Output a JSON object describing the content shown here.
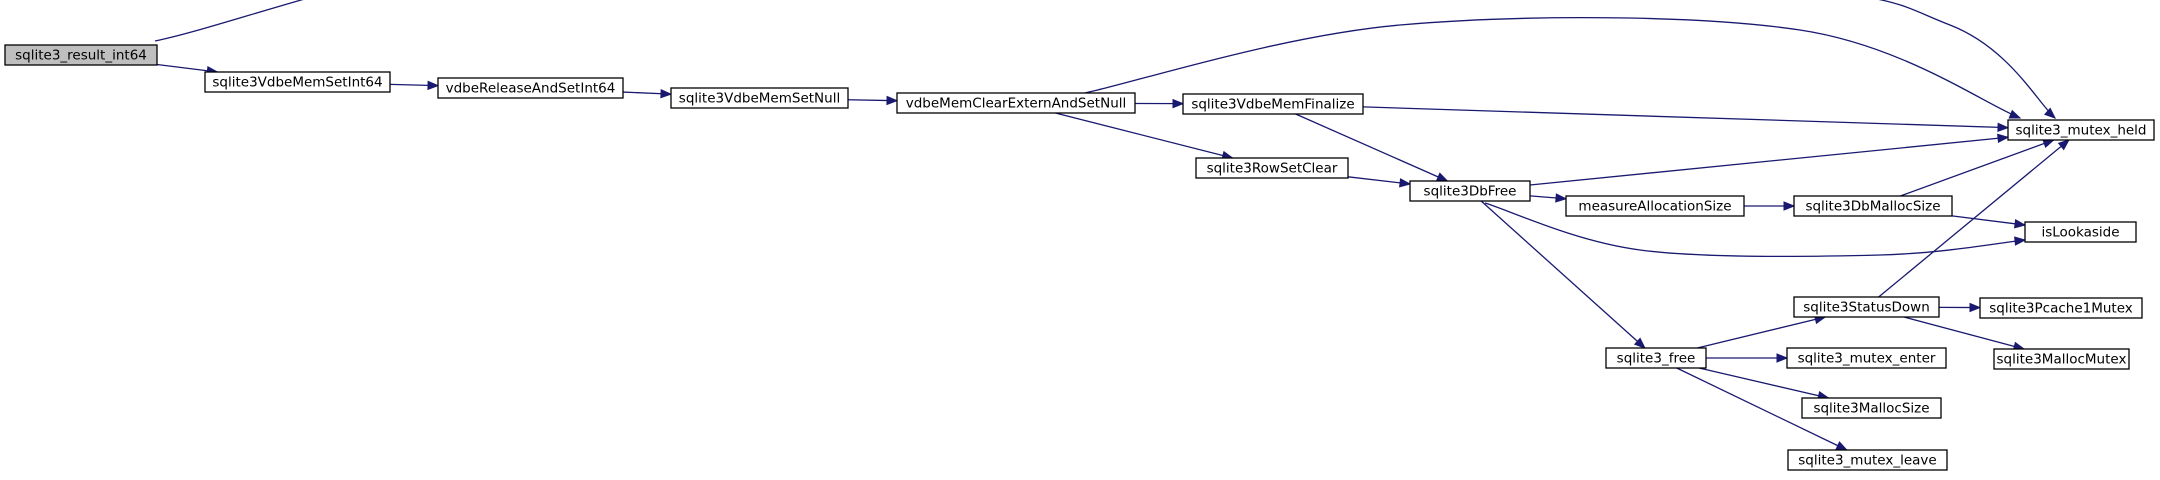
{
  "graph": {
    "title": "",
    "nodes": [
      {
        "id": "result_int64",
        "label": "sqlite3_result_int64",
        "root": true
      },
      {
        "id": "memsetint64",
        "label": "sqlite3VdbeMemSetInt64"
      },
      {
        "id": "releaseandset",
        "label": "vdbeReleaseAndSetInt64"
      },
      {
        "id": "memsetnull",
        "label": "sqlite3VdbeMemSetNull"
      },
      {
        "id": "clearextern",
        "label": "vdbeMemClearExternAndSetNull"
      },
      {
        "id": "memfinalize",
        "label": "sqlite3VdbeMemFinalize"
      },
      {
        "id": "rowsetclear",
        "label": "sqlite3RowSetClear"
      },
      {
        "id": "dbfree",
        "label": "sqlite3DbFree"
      },
      {
        "id": "measure",
        "label": "measureAllocationSize"
      },
      {
        "id": "dbmallocsize",
        "label": "sqlite3DbMallocSize"
      },
      {
        "id": "mutex_held",
        "label": "sqlite3_mutex_held"
      },
      {
        "id": "islookaside",
        "label": "isLookaside"
      },
      {
        "id": "free",
        "label": "sqlite3_free"
      },
      {
        "id": "statusdown",
        "label": "sqlite3StatusDown"
      },
      {
        "id": "pcache1mutex",
        "label": "sqlite3Pcache1Mutex"
      },
      {
        "id": "mallocmutex",
        "label": "sqlite3MallocMutex"
      },
      {
        "id": "mutex_enter",
        "label": "sqlite3_mutex_enter"
      },
      {
        "id": "mallocsize",
        "label": "sqlite3MallocSize"
      },
      {
        "id": "mutex_leave",
        "label": "sqlite3_mutex_leave"
      }
    ],
    "edges": [
      {
        "from": "result_int64",
        "to": "memsetint64"
      },
      {
        "from": "result_int64",
        "to": "mutex_held"
      },
      {
        "from": "memsetint64",
        "to": "releaseandset"
      },
      {
        "from": "releaseandset",
        "to": "memsetnull"
      },
      {
        "from": "memsetnull",
        "to": "clearextern"
      },
      {
        "from": "clearextern",
        "to": "memfinalize"
      },
      {
        "from": "clearextern",
        "to": "rowsetclear"
      },
      {
        "from": "clearextern",
        "to": "mutex_held"
      },
      {
        "from": "memfinalize",
        "to": "dbfree"
      },
      {
        "from": "memfinalize",
        "to": "mutex_held"
      },
      {
        "from": "rowsetclear",
        "to": "dbfree"
      },
      {
        "from": "dbfree",
        "to": "measure"
      },
      {
        "from": "dbfree",
        "to": "mutex_held"
      },
      {
        "from": "dbfree",
        "to": "islookaside"
      },
      {
        "from": "dbfree",
        "to": "free"
      },
      {
        "from": "measure",
        "to": "dbmallocsize"
      },
      {
        "from": "dbmallocsize",
        "to": "mutex_held"
      },
      {
        "from": "dbmallocsize",
        "to": "islookaside"
      },
      {
        "from": "free",
        "to": "statusdown"
      },
      {
        "from": "free",
        "to": "mutex_enter"
      },
      {
        "from": "free",
        "to": "mallocsize"
      },
      {
        "from": "free",
        "to": "mutex_leave"
      },
      {
        "from": "statusdown",
        "to": "pcache1mutex"
      },
      {
        "from": "statusdown",
        "to": "mallocmutex"
      },
      {
        "from": "statusdown",
        "to": "mutex_held"
      }
    ]
  }
}
